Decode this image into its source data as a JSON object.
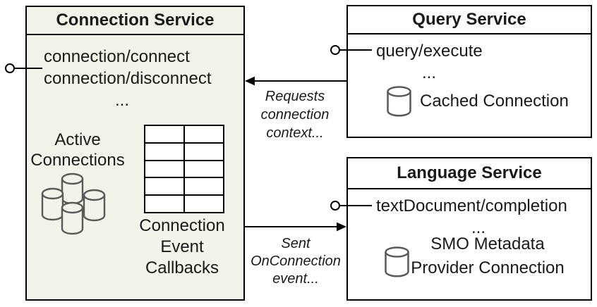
{
  "colors": {
    "connection_box_fill": "#f2f4ea",
    "service_box_fill": "#ffffff",
    "border": "#000000",
    "cylinder_stroke": "#595959"
  },
  "connection_service": {
    "title": "Connection Service",
    "methods": [
      "connection/connect",
      "connection/disconnect"
    ],
    "ellipsis": "...",
    "active_connections": {
      "line1": "Active",
      "line2": "Connections"
    },
    "cluster_icon": "database-cylinders-icon",
    "table": {
      "rows": 5,
      "cols": 2
    },
    "callbacks": {
      "line1": "Connection",
      "line2": "Event",
      "line3": "Callbacks"
    }
  },
  "query_service": {
    "title": "Query Service",
    "methods": [
      "query/execute"
    ],
    "ellipsis": "...",
    "icon": "database-cylinder-icon",
    "cached_connection": "Cached Connection"
  },
  "language_service": {
    "title": "Language Service",
    "methods": [
      "textDocument/completion"
    ],
    "ellipsis": "...",
    "icon": "database-cylinder-icon",
    "smo": {
      "line1": "SMO Metadata",
      "line2": "Provider Connection"
    }
  },
  "arrows": {
    "requests": {
      "line1": "Requests",
      "line2": "connection",
      "line3": "context..."
    },
    "sent": {
      "line1": "Sent",
      "line2": "OnConnection",
      "line3": "event..."
    }
  }
}
